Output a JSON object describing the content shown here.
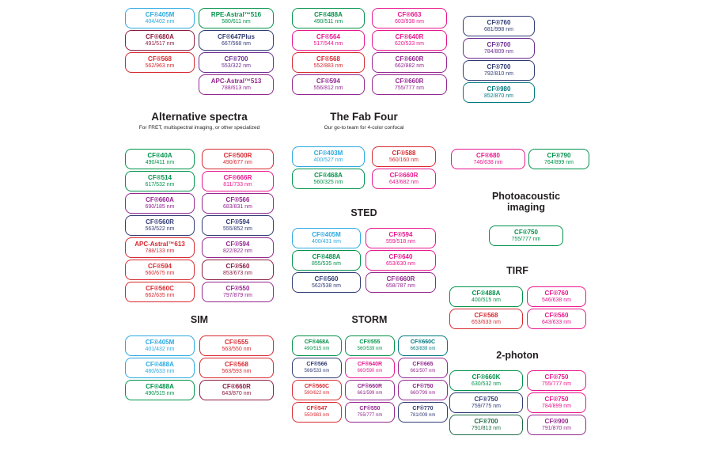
{
  "palette": {
    "blue": "#2BA9E0",
    "green": "#00924A",
    "darkgreen": "#1D6B43",
    "red": "#D7282F",
    "maroon": "#8C1D40",
    "magenta": "#E8168C",
    "purple": "#93268F",
    "darkpurple": "#6A2C91",
    "navy": "#303B74",
    "teal": "#00787E"
  },
  "headings": {
    "alternative": {
      "title": "Alternative spectra",
      "subtitle": "For FRET, multispectral imaging, or other specialized"
    },
    "fabfour": {
      "title": "The Fab Four",
      "subtitle": "Our go-to team for 4-color confocal"
    },
    "sted": {
      "title": "STED"
    },
    "photoacoustic": {
      "title": "Photoacoustic imaging"
    },
    "tirf": {
      "title": "TIRF"
    },
    "sim": {
      "title": "SIM"
    },
    "storm": {
      "title": "STORM"
    },
    "twophoton": {
      "title": "2-photon"
    }
  },
  "columns": {
    "top_a1": [
      {
        "name": "CF®405M",
        "nm": "404/402 nm",
        "c": "blue"
      },
      {
        "name": "CF®680A",
        "nm": "491/517 nm",
        "c": "maroon"
      },
      {
        "name": "CF®568",
        "nm": "562/963 nm",
        "c": "red"
      }
    ],
    "top_a2": [
      {
        "name": "RPE-Astral™516",
        "nm": "580/611 nm",
        "c": "green"
      },
      {
        "name": "CF®647Plus",
        "nm": "667/568 nm",
        "c": "navy"
      },
      {
        "name": "CF®700",
        "nm": "553/322 nm",
        "c": "darkpurple"
      },
      {
        "name": "APC-Astral™513",
        "nm": "788/613 nm",
        "c": "purple"
      }
    ],
    "top_b1": [
      {
        "name": "CF®488A",
        "nm": "490/511 nm",
        "c": "green"
      },
      {
        "name": "CF®564",
        "nm": "517/544 nm",
        "c": "magenta"
      },
      {
        "name": "CF®568",
        "nm": "552/883 nm",
        "c": "red"
      },
      {
        "name": "CF®594",
        "nm": "556/812 nm",
        "c": "purple"
      }
    ],
    "top_b2": [
      {
        "name": "CF®663",
        "nm": "603/938 nm",
        "c": "magenta"
      },
      {
        "name": "CF®640R",
        "nm": "620/533 nm",
        "c": "magenta"
      },
      {
        "name": "CF®660R",
        "nm": "662/882 nm",
        "c": "purple"
      },
      {
        "name": "CF®660R",
        "nm": "755/777 nm",
        "c": "purple"
      }
    ],
    "top_c1": [
      {
        "name": "CF®760",
        "nm": "681/998 nm",
        "c": "navy"
      },
      {
        "name": "CF®700",
        "nm": "784/809 nm",
        "c": "darkpurple"
      },
      {
        "name": "CF®700",
        "nm": "792/810 nm",
        "c": "navy"
      },
      {
        "name": "CF®980",
        "nm": "852/870 nm",
        "c": "teal"
      }
    ],
    "alt_1": [
      {
        "name": "CF®40A",
        "nm": "490/411 nm",
        "c": "green"
      },
      {
        "name": "CF®514",
        "nm": "617/532 nm",
        "c": "green"
      },
      {
        "name": "CF®660A",
        "nm": "690/185 nm",
        "c": "purple"
      },
      {
        "name": "CF®560R",
        "nm": "563/522 nm",
        "c": "navy"
      },
      {
        "name": "APC-Astral™613",
        "nm": "788/133 nm",
        "c": "red"
      },
      {
        "name": "CF®594",
        "nm": "560/675 nm",
        "c": "red"
      },
      {
        "name": "CF®560C",
        "nm": "662/635 nm",
        "c": "red"
      }
    ],
    "alt_2": [
      {
        "name": "CF®500R",
        "nm": "490/677 nm",
        "c": "red"
      },
      {
        "name": "CF®666R",
        "nm": "811/733 nm",
        "c": "magenta"
      },
      {
        "name": "CF®566",
        "nm": "683/831 nm",
        "c": "purple"
      },
      {
        "name": "CF®594",
        "nm": "555/852 nm",
        "c": "navy"
      },
      {
        "name": "CF®594",
        "nm": "822/822 nm",
        "c": "purple"
      },
      {
        "name": "CF®560",
        "nm": "853/673 nm",
        "c": "maroon"
      },
      {
        "name": "CF®550",
        "nm": "797/879 nm",
        "c": "purple"
      }
    ],
    "fab_1": [
      {
        "name": "CF®403M",
        "nm": "400/527 nm",
        "c": "blue"
      },
      {
        "name": "CF®468A",
        "nm": "560/325 nm",
        "c": "green"
      }
    ],
    "fab_2": [
      {
        "name": "CF®588",
        "nm": "560/160 nm",
        "c": "red"
      },
      {
        "name": "CF®660R",
        "nm": "643/682 nm",
        "c": "magenta"
      }
    ],
    "extra_1": [
      {
        "name": "CF®680",
        "nm": "746/638 nm",
        "c": "magenta"
      }
    ],
    "extra_2": [
      {
        "name": "CF®790",
        "nm": "764/899 nm",
        "c": "green"
      }
    ],
    "sted_1": [
      {
        "name": "CF®405M",
        "nm": "400/431 nm",
        "c": "blue"
      },
      {
        "name": "CF®488A",
        "nm": "855/535 nm",
        "c": "green"
      },
      {
        "name": "CF®560",
        "nm": "562/538 nm",
        "c": "navy"
      }
    ],
    "sted_2": [
      {
        "name": "CF®594",
        "nm": "559/518 nm",
        "c": "magenta"
      },
      {
        "name": "CF®640",
        "nm": "653/630 nm",
        "c": "magenta"
      },
      {
        "name": "CF®660R",
        "nm": "658/787 nm",
        "c": "purple"
      }
    ],
    "photo_1": [
      {
        "name": "CF®750",
        "nm": "755/777 nm",
        "c": "green"
      }
    ],
    "tirf_1": [
      {
        "name": "CF®488A",
        "nm": "400/515 nm",
        "c": "green"
      },
      {
        "name": "CF®568",
        "nm": "653/633 nm",
        "c": "red"
      }
    ],
    "tirf_2": [
      {
        "name": "CF®760",
        "nm": "546/638 nm",
        "c": "magenta"
      },
      {
        "name": "CF®560",
        "nm": "643/633 nm",
        "c": "magenta"
      }
    ],
    "sim_1": [
      {
        "name": "CF®405M",
        "nm": "401/432 nm",
        "c": "blue"
      },
      {
        "name": "CF®488A",
        "nm": "480/633 nm",
        "c": "blue"
      },
      {
        "name": "CF®488A",
        "nm": "490/515 nm",
        "c": "green"
      }
    ],
    "sim_2": [
      {
        "name": "CF®555",
        "nm": "563/550 nm",
        "c": "red"
      },
      {
        "name": "CF®568",
        "nm": "563/593 nm",
        "c": "red"
      },
      {
        "name": "CF®660R",
        "nm": "643/870 nm",
        "c": "maroon"
      }
    ],
    "storm_1": [
      {
        "name": "CF®468A",
        "nm": "490/515 nm",
        "c": "green"
      },
      {
        "name": "CF®566",
        "nm": "566/533 nm",
        "c": "navy"
      },
      {
        "name": "CF®560C",
        "nm": "590/622 nm",
        "c": "red"
      },
      {
        "name": "CF®547",
        "nm": "550/983 nm",
        "c": "red"
      }
    ],
    "storm_2": [
      {
        "name": "CF®555",
        "nm": "560/539 nm",
        "c": "green"
      },
      {
        "name": "CF®640R",
        "nm": "660/590 nm",
        "c": "magenta"
      },
      {
        "name": "CF®660R",
        "nm": "661/599 nm",
        "c": "purple"
      },
      {
        "name": "CF®550",
        "nm": "755/777 nm",
        "c": "purple"
      }
    ],
    "storm_3": [
      {
        "name": "CF®660C",
        "nm": "663/839 nm",
        "c": "teal"
      },
      {
        "name": "CF®665",
        "nm": "661/507 nm",
        "c": "purple"
      },
      {
        "name": "CF®750",
        "nm": "660/799 nm",
        "c": "purple"
      },
      {
        "name": "CF®770",
        "nm": "781/009 nm",
        "c": "navy"
      }
    ],
    "twop_1": [
      {
        "name": "CF®660K",
        "nm": "630/532 nm",
        "c": "green"
      },
      {
        "name": "CF®750",
        "nm": "759/775 nm",
        "c": "navy"
      },
      {
        "name": "CF®700",
        "nm": "791/813 nm",
        "c": "darkgreen"
      }
    ],
    "twop_2": [
      {
        "name": "CF®750",
        "nm": "755/777 nm",
        "c": "magenta"
      },
      {
        "name": "CF®750",
        "nm": "784/899 nm",
        "c": "magenta"
      },
      {
        "name": "CF®900",
        "nm": "791/870 nm",
        "c": "purple"
      }
    ]
  }
}
